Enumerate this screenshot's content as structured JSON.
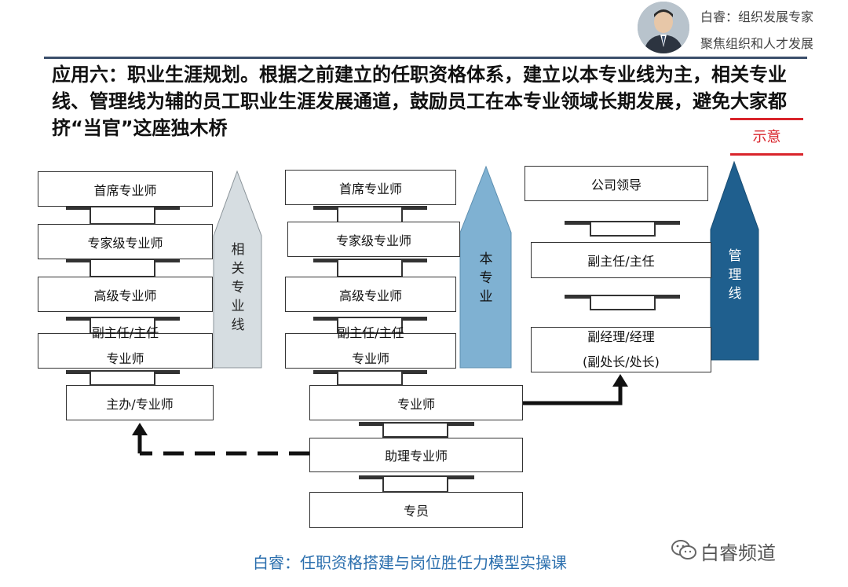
{
  "header": {
    "author_line1": "白睿：组织发展专家",
    "author_line2": "聚焦组织和人才发展"
  },
  "title": "应用六：职业生涯规划。根据之前建立的任职资格体系，建立以本专业线为主，相关专业线、管理线为辅的员工职业生涯发展通道，鼓励员工在本专业领域长期发展，避免大家都挤“当官”这座独木桥",
  "tag": "示意",
  "columns": {
    "related": {
      "boxes": [
        "首席专业师",
        "专家级专业师",
        "高级专业师",
        "副主任/主任",
        "专业师",
        "主办/专业师"
      ],
      "arrow_label": [
        "相",
        "关",
        "专",
        "业",
        "线"
      ],
      "arrow_color": "#d6dde1"
    },
    "main": {
      "boxes": [
        "首席专业师",
        "专家级专业师",
        "高级专业师",
        "副主任/主任",
        "专业师",
        "专业师",
        "助理专业师",
        "专员"
      ],
      "arrow_label": [
        "本",
        "专",
        "业"
      ],
      "arrow_color": "#7fb1d2"
    },
    "mgmt": {
      "boxes": [
        "公司领导",
        "副主任/主任",
        "副经理/经理",
        "(副处长/处长)"
      ],
      "arrow_label": [
        "管",
        "理",
        "线"
      ],
      "arrow_color": "#1f5f8e"
    }
  },
  "footer": "白睿：任职资格搭建与岗位胜任力模型实操课",
  "watermark": "白睿频道"
}
